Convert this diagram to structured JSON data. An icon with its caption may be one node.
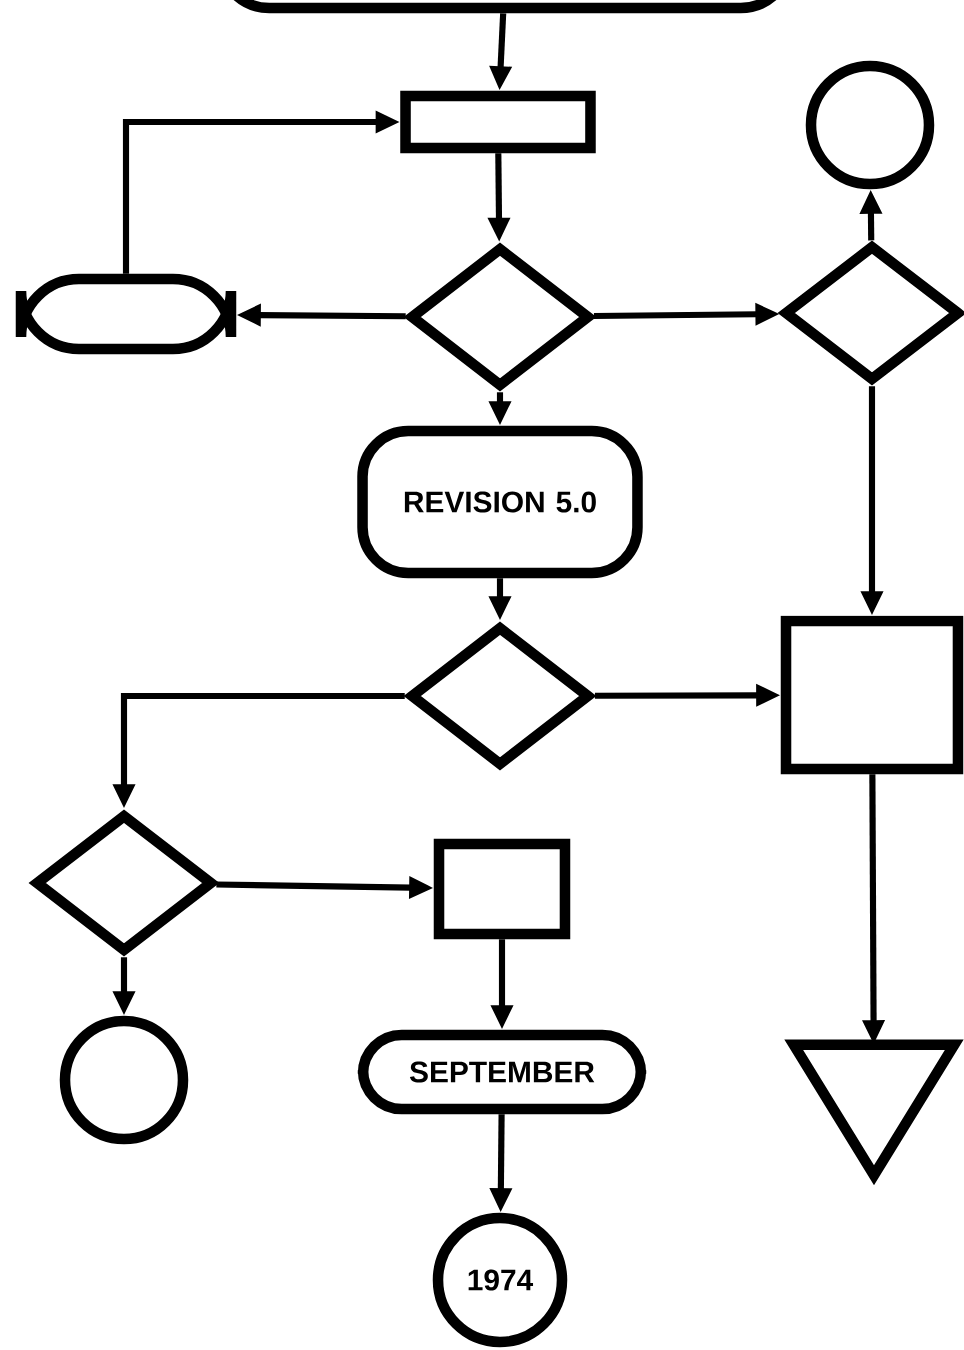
{
  "diagram": {
    "nodes": [
      {
        "text": [],
        "shape": "box"
      },
      {
        "text": [],
        "shape": "box"
      },
      {
        "text": [],
        "shape": "circle"
      },
      {
        "text": [],
        "shape": "box"
      },
      {
        "text": [],
        "shape": "diamond"
      },
      {
        "text": [],
        "shape": "diamond"
      },
      {
        "text": [
          "REVISION 5.0"
        ]
      },
      {
        "text": [],
        "shape": "diamond"
      },
      {
        "text": [],
        "shape": "box"
      },
      {
        "text": [],
        "shape": "diamond"
      },
      {
        "text": [],
        "shape": "box"
      },
      {
        "text": [],
        "shape": "circle"
      },
      {
        "text": [
          "SEPTEMBER"
        ]
      },
      {
        "text": [],
        "shape": "triangle"
      },
      {
        "text": [
          "1974"
        ]
      }
    ],
    "edges": [
      {
        "from": 0,
        "to": 1,
        "arrow": "to"
      },
      {
        "from": 3,
        "to": 1,
        "arrow": "to"
      },
      {
        "from": 1,
        "to": 4,
        "arrow": "to"
      },
      {
        "from": 4,
        "to": 3,
        "arrow": "to"
      },
      {
        "from": 4,
        "to": 5,
        "arrow": "to"
      },
      {
        "from": 5,
        "to": 2,
        "arrow": "to"
      },
      {
        "from": 4,
        "to": 6,
        "arrow": "to"
      },
      {
        "from": 5,
        "to": 8,
        "arrow": "to"
      },
      {
        "from": 6,
        "to": 7,
        "arrow": "to"
      },
      {
        "from": 7,
        "to": 8,
        "arrow": "to"
      },
      {
        "from": 7,
        "to": 9,
        "arrow": "to"
      },
      {
        "from": 9,
        "to": 10,
        "arrow": "to"
      },
      {
        "from": 9,
        "to": 11,
        "arrow": "to"
      },
      {
        "from": 10,
        "to": 12,
        "arrow": "to"
      },
      {
        "from": 8,
        "to": 13,
        "arrow": "to"
      },
      {
        "from": 12,
        "to": 14,
        "arrow": "to"
      }
    ]
  }
}
